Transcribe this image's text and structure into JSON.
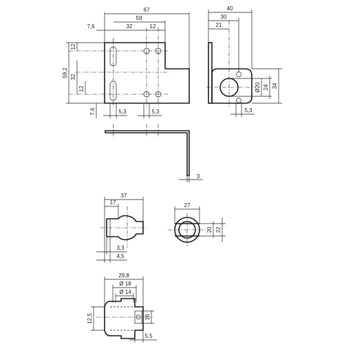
{
  "title": "",
  "dimensions": {
    "front": {
      "overall_width": "67",
      "hole_span": "59",
      "hole_pitch_h": "32",
      "edge_to_hole_top": "12",
      "left_edge_offset": "7,6",
      "overall_height": "59,2",
      "top_margin_v": "12",
      "hole_pitch_v": "32",
      "lower_margin_v": "12",
      "bottom_offset": "7,6",
      "slot_width": "5,3",
      "hole_dia_note": "5,3"
    },
    "side": {
      "overall_depth": "40",
      "to_center": "30",
      "to_bore": "21",
      "bore_dia": "Ø20",
      "bore_height": "24",
      "flange_height": "34",
      "hole_size": "5,3"
    },
    "plan": {
      "thickness": "3"
    },
    "clamp_side": {
      "overall": "37",
      "inner": "17",
      "gap_a": "3,3",
      "gap_b": "4,5"
    },
    "clamp_end": {
      "outer": "27",
      "inner_height": "20",
      "outer_height": "22"
    },
    "clamp_base": {
      "overall": "29,8",
      "dia_outer": "Ø 18",
      "dia_inner": "Ø 14",
      "height": "12,5",
      "slot": "16",
      "bottom": "5,5"
    }
  }
}
